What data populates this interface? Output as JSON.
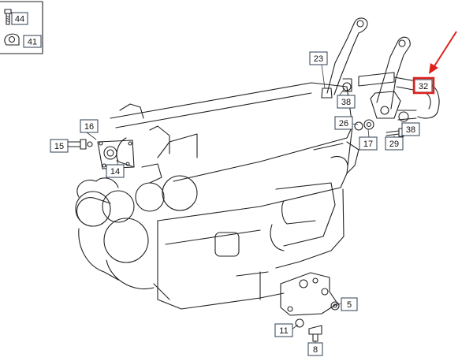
{
  "callouts": {
    "c44": "44",
    "c41": "41",
    "c23": "23",
    "c38a": "38",
    "c32": "32",
    "c16": "16",
    "c15": "15",
    "c14": "14",
    "c26": "26",
    "c17": "17",
    "c38b": "38",
    "c29": "29",
    "c5": "5",
    "c11": "11",
    "c8": "8"
  },
  "colors": {
    "highlight": "#e0201b",
    "callout_border": "#2c3e50",
    "line": "#222222"
  }
}
